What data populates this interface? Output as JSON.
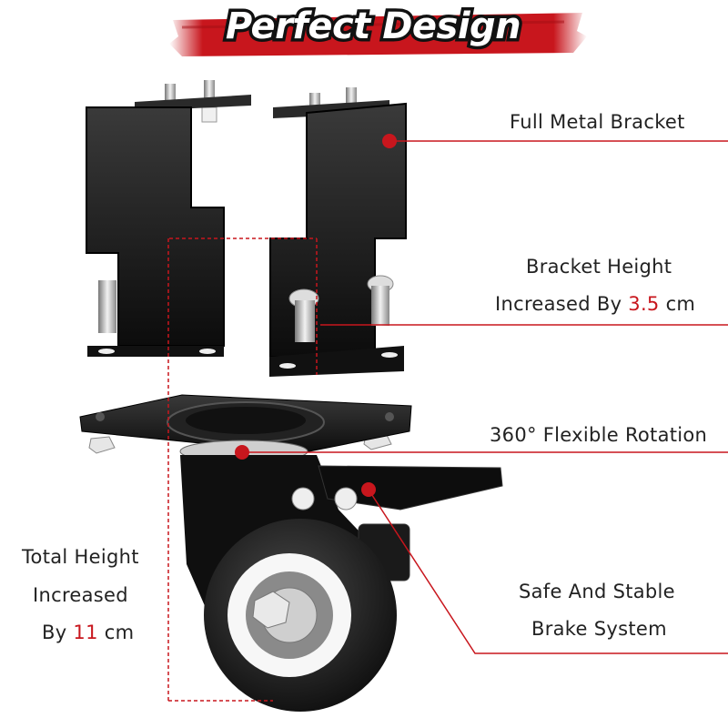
{
  "title": "Perfect Design",
  "callouts": {
    "full_metal_bracket": "Full Metal Bracket",
    "bracket_height_line1": "Bracket Height",
    "bracket_height_pre": "Increased By ",
    "bracket_height_value": "3.5",
    "bracket_height_post": " cm",
    "rotation": "360° Flexible Rotation",
    "brake_line1": "Safe And Stable",
    "brake_line2": "Brake System",
    "total_line1": "Total Height",
    "total_line2": "Increased",
    "total_pre": "By ",
    "total_value": "11",
    "total_post": " cm"
  },
  "colors": {
    "accent": "#c8161d",
    "metal": "#1a1a1a",
    "text": "#222222"
  }
}
